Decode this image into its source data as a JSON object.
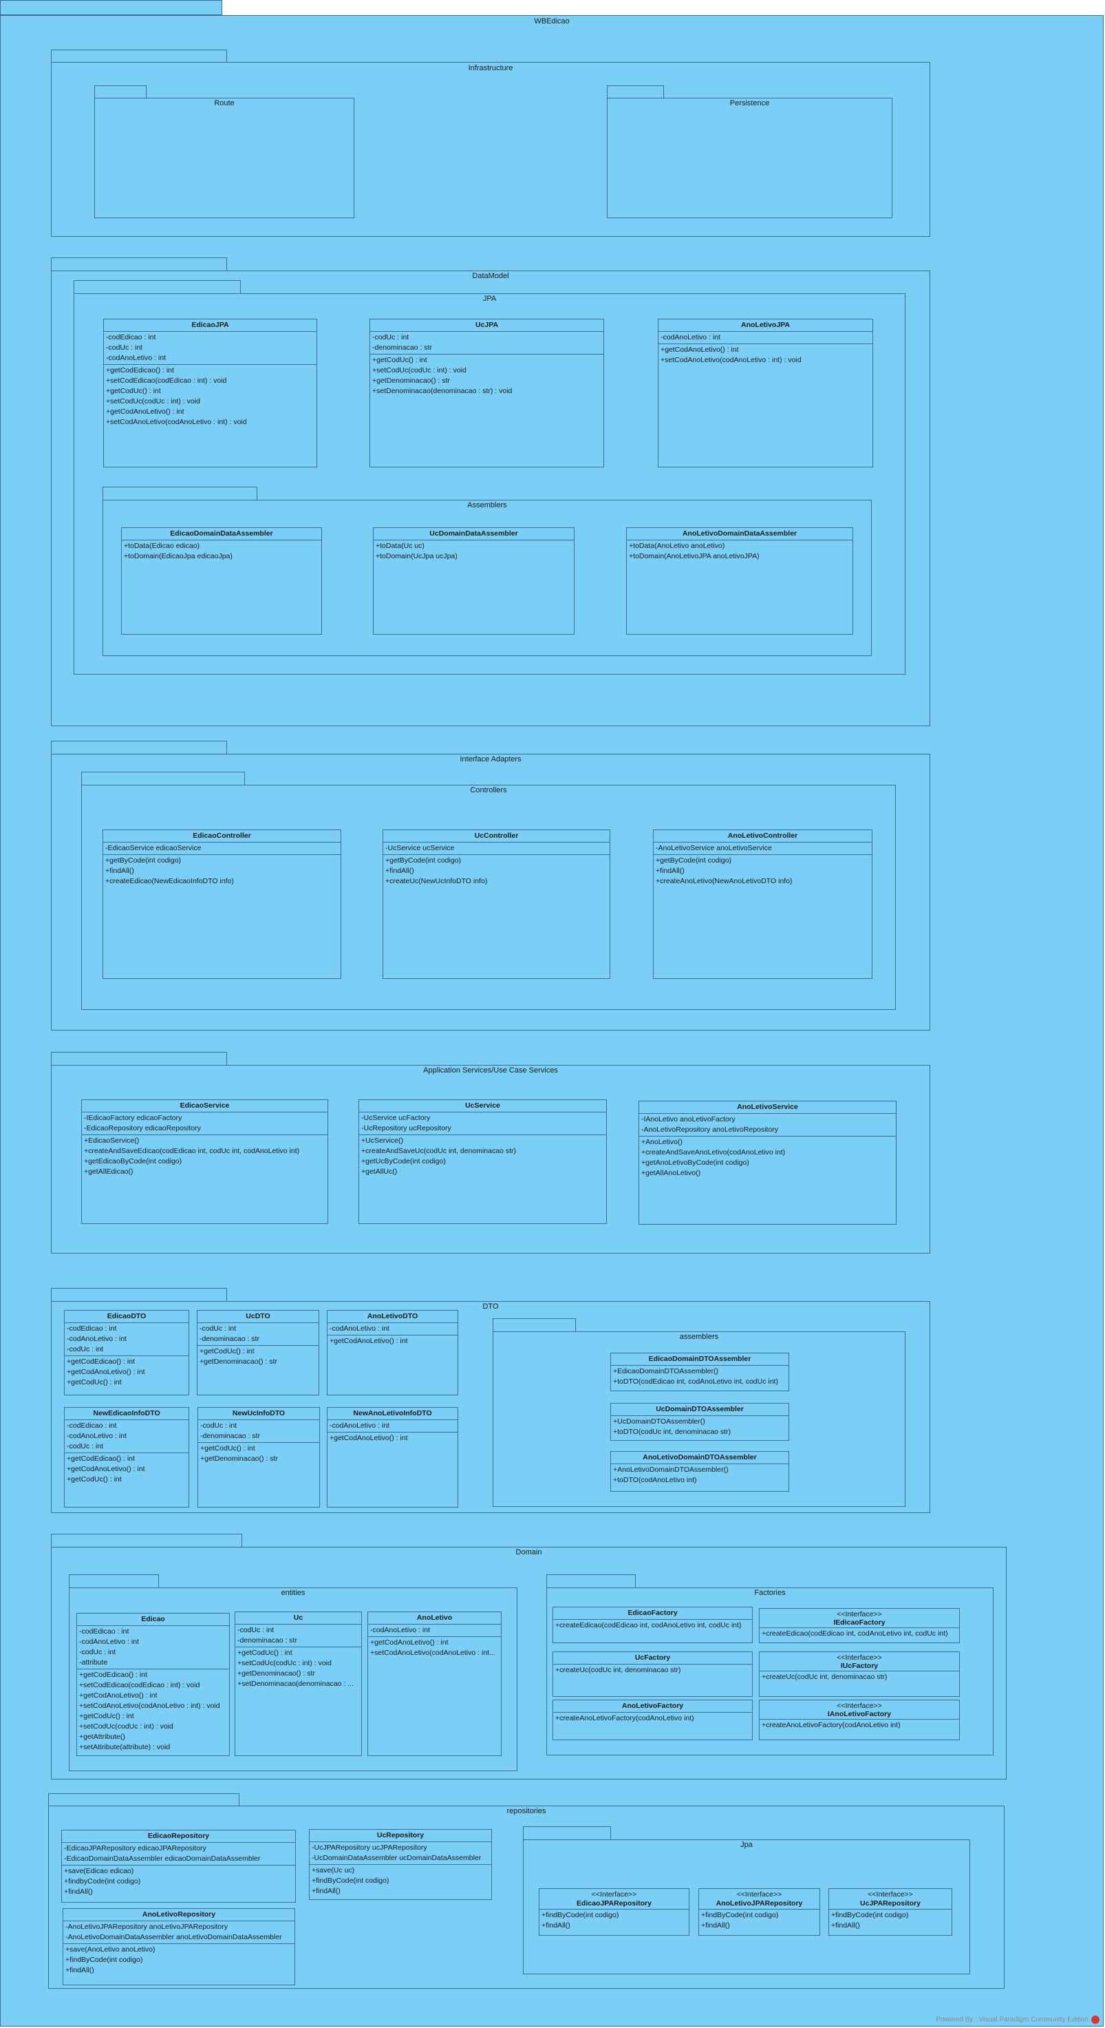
{
  "packages": {
    "root": "WBEdicao",
    "infrastructure": "Infrastructure",
    "route": "Route",
    "persistence": "Persistence",
    "datamodel": "DataModel",
    "jpa": "JPA",
    "dm_assemblers": "Assemblers",
    "interface_adapters": "Interface Adapters",
    "controllers": "Controllers",
    "app_services": "Application Services/Use Case Services",
    "dto": "DTO",
    "dto_assemblers": "assemblers",
    "domain": "Domain",
    "entities": "entities",
    "factories": "Factories",
    "repositories": "repositories",
    "repo_jpa": "Jpa"
  },
  "classes": {
    "edicao_jpa": {
      "name": "EdicaoJPA",
      "attrs": [
        "-codEdicao : int",
        "-codUc : int",
        "-codAnoLetivo : int"
      ],
      "ops": [
        "+getCodEdicao() : int",
        "+setCodEdicao(codEdicao : int) : void",
        "+getCodUc() : int",
        "+setCodUc(codUc : int) : void",
        "+getCodAnoLetivo() : int",
        "+setCodAnoLetivo(codAnoLetivo : int) : void"
      ]
    },
    "uc_jpa": {
      "name": "UcJPA",
      "attrs": [
        "-codUc : int",
        "-denominacao : str"
      ],
      "ops": [
        "+getCodUc() : int",
        "+setCodUc(codUc : int) : void",
        "+getDenominacao() : str",
        "+setDenominacao(denominacao : str) : void"
      ]
    },
    "anoletivo_jpa": {
      "name": "AnoLetivoJPA",
      "attrs": [
        "-codAnoLetivo : int"
      ],
      "ops": [
        "+getCodAnoLetivo() : int",
        "+setCodAnoLetivo(codAnoLetivo : int) : void"
      ]
    },
    "edicao_dda": {
      "name": "EdicaoDomainDataAssembler",
      "ops": [
        "+toData(Edicao edicao)",
        "+toDomain(EdicaoJpa edicaoJpa)"
      ]
    },
    "uc_dda": {
      "name": "UcDomainDataAssembler",
      "ops": [
        "+toData(Uc uc)",
        "+toDomain(UcJpa ucJpa)"
      ]
    },
    "anoletivo_dda": {
      "name": "AnoLetivoDomainDataAssembler",
      "ops": [
        "+toData(AnoLetivo anoLetivo)",
        "+toDomain(AnoLetivoJPA anoLetivoJPA)"
      ]
    },
    "edicao_ctrl": {
      "name": "EdicaoController",
      "attrs": [
        "-EdicaoService edicaoService"
      ],
      "ops": [
        "+getByCode(int codigo)",
        "+findAll()",
        "+createEdicao(NewEdicaoInfoDTO info)"
      ]
    },
    "uc_ctrl": {
      "name": "UcController",
      "attrs": [
        "-UcService ucService"
      ],
      "ops": [
        "+getByCode(int codigo)",
        "+findAll()",
        "+createUc(NewUcInfoDTO info)"
      ]
    },
    "anoletivo_ctrl": {
      "name": "AnoLetivoController",
      "attrs": [
        "-AnoLetivoService anoLetivoService"
      ],
      "ops": [
        "+getByCode(int codigo)",
        "+findAll()",
        "+createAnoLetivo(NewAnoLetivoDTO info)"
      ]
    },
    "edicao_svc": {
      "name": "EdicaoService",
      "attrs": [
        "-IEdicaoFactory edicaoFactory",
        "-EdicaoRepository edicaoRepository"
      ],
      "ops": [
        "+EdicaoService()",
        "+createAndSaveEdicao(codEdicao int, codUc int, codAnoLetivo int)",
        "+getEdicaoByCode(int codigo)",
        "+getAllEdicao()"
      ]
    },
    "uc_svc": {
      "name": "UcService",
      "attrs": [
        "-UcService ucFactory",
        "-UcRepository ucRepository"
      ],
      "ops": [
        "+UcService()",
        "+createAndSaveUc(codUc int, denominacao str)",
        "+getUcByCode(int codigo)",
        "+getAllUc()"
      ]
    },
    "anoletivo_svc": {
      "name": "AnoLetivoService",
      "attrs": [
        "-IAnoLetivo anoLetivoFactory",
        "-AnoLetivoRepository anoLetivoRepository"
      ],
      "ops": [
        "+AnoLetivo()",
        "+createAndSaveAnoLetivo(codAnoLetivo int)",
        "+getAnoLetivoByCode(int codigo)",
        "+getAllAnoLetivo()"
      ]
    },
    "edicao_dto": {
      "name": "EdicaoDTO",
      "attrs": [
        "-codEdicao : int",
        "-codAnoLetivo : int",
        "-codUc : int"
      ],
      "ops": [
        "+getCodEdicao() : int",
        "+getCodAnoLetivo() : int",
        "+getCodUc() : int"
      ]
    },
    "uc_dto": {
      "name": "UcDTO",
      "attrs": [
        "-codUc : int",
        "-denominacao : str"
      ],
      "ops": [
        "+getCodUc() : int",
        "+getDenominacao() : str"
      ]
    },
    "anoletivo_dto": {
      "name": "AnoLetivoDTO",
      "attrs": [
        "-codAnoLetivo : int"
      ],
      "ops": [
        "+getCodAnoLetivo() : int"
      ]
    },
    "new_edicao_dto": {
      "name": "NewEdicaoInfoDTO",
      "attrs": [
        "-codEdicao : int",
        "-codAnoLetivo : int",
        "-codUc : int"
      ],
      "ops": [
        "+getCodEdicao() : int",
        "+getCodAnoLetivo() : int",
        "+getCodUc() : int"
      ]
    },
    "new_uc_dto": {
      "name": "NewUcInfoDTO",
      "attrs": [
        "-codUc : int",
        "-denominacao : str"
      ],
      "ops": [
        "+getCodUc() : int",
        "+getDenominacao() : str"
      ]
    },
    "new_anoletivo_dto": {
      "name": "NewAnoLetivoInfoDTO",
      "attrs": [
        "-codAnoLetivo : int"
      ],
      "ops": [
        "+getCodAnoLetivo() : int"
      ]
    },
    "edicao_dtoa": {
      "name": "EdicaoDomainDTOAssembler",
      "ops": [
        "+EdicaoDomainDTOAssembler()",
        "+toDTO(codEdicao int, codAnoLetivo int, codUc int)"
      ]
    },
    "uc_dtoa": {
      "name": "UcDomainDTOAssembler",
      "ops": [
        "+UcDomainDTOAssembler()",
        "+toDTO(codUc int, denominacao str)"
      ]
    },
    "anoletivo_dtoa": {
      "name": "AnoLetivoDomainDTOAssembler",
      "ops": [
        "+AnoLetivoDomainDTOAssembler()",
        "+toDTO(codAnoLetivo int)"
      ]
    },
    "edicao": {
      "name": "Edicao",
      "attrs": [
        "-codEdicao : int",
        "-codAnoLetivo : int",
        "-codUc : int",
        "-attribute"
      ],
      "ops": [
        "+getCodEdicao() : int",
        "+setCodEdicao(codEdicao : int) : void",
        "+getCodAnoLetivo() : int",
        "+setCodAnoLetivo(codAnoLetivo : int) : void",
        "+getCodUc() : int",
        "+setCodUc(codUc : int) : void",
        "+getAttribute()",
        "+setAttribute(attribute) : void"
      ]
    },
    "uc": {
      "name": "Uc",
      "attrs": [
        "-codUc : int",
        "-denominacao : str"
      ],
      "ops": [
        "+getCodUc() : int",
        "+setCodUc(codUc : int) : void",
        "+getDenominacao() : str",
        "+setDenominacao(denominacao : ..."
      ]
    },
    "anoletivo": {
      "name": "AnoLetivo",
      "attrs": [
        "-codAnoLetivo : int"
      ],
      "ops": [
        "+getCodAnoLetivo() : int",
        "+setCodAnoLetivo(codAnoLetivo : int..."
      ]
    },
    "edicao_factory": {
      "name": "EdicaoFactory",
      "ops": [
        "+createEdicao(codEdicao int, codAnoLetivo int, codUc int)"
      ]
    },
    "iedicao_factory": {
      "stereotype": "<<Interface>>",
      "name": "IEdicaoFactory",
      "ops": [
        "+createEdicao(codEdicao int, codAnoLetivo int, codUc int)"
      ]
    },
    "uc_factory": {
      "name": "UcFactory",
      "ops": [
        "+createUc(codUc int, denominacao str)"
      ]
    },
    "iuc_factory": {
      "stereotype": "<<Interface>>",
      "name": "IUcFactory",
      "ops": [
        "+createUc(codUc int, denominacao str)"
      ]
    },
    "anoletivo_factory": {
      "name": "AnoLetivoFactory",
      "ops": [
        "+createAnoLetivoFactory(codAnoLetivo int)"
      ]
    },
    "ianoletivo_factory": {
      "stereotype": "<<Interface>>",
      "name": "IAnoLetivoFactory",
      "ops": [
        "+createAnoLetivoFactory(codAnoLetivo int)"
      ]
    },
    "edicao_repo": {
      "name": "EdicaoRepository",
      "attrs": [
        "-EdicaoJPARepository edicaoJPARepository",
        "-EdicaoDomainDataAssembler edicaoDomainDataAssembler"
      ],
      "ops": [
        "+save(Edicao edicao)",
        "+findbyCode(int codigo)",
        "+findAll()"
      ]
    },
    "uc_repo": {
      "name": "UcRepository",
      "attrs": [
        "-UcJPARepository ucJPARepository",
        "-UcDomainDataAssembler ucDomainDataAssembler"
      ],
      "ops": [
        "+save(Uc uc)",
        "+findByCode(int codigo)",
        "+findAll()"
      ]
    },
    "anoletivo_repo": {
      "name": "AnoLetivoRepository",
      "attrs": [
        "-AnoLetivoJPARepository anoLetivoJPARepository",
        "-AnoLetivoDomainDataAssembler anoLetivoDomainDataAssembler"
      ],
      "ops": [
        "+save(AnoLetivo anoLetivo)",
        "+findByCode(int codigo)",
        "+findAll()"
      ]
    },
    "edicao_jpa_repo": {
      "stereotype": "<<Interface>>",
      "name": "EdicaoJPARepository",
      "ops": [
        "+findByCode(int codigo)",
        "+findAll()"
      ]
    },
    "anoletivo_jpa_repo": {
      "stereotype": "<<Interface>>",
      "name": "AnoLetivoJPARepository",
      "ops": [
        "+findByCode(int codigo)",
        "+findAll()"
      ]
    },
    "uc_jpa_repo": {
      "stereotype": "<<Interface>>",
      "name": "UcJPARepository",
      "ops": [
        "+findByCode(int codigo)",
        "+findAll()"
      ]
    }
  },
  "footer": "Powered By : Visual Paradigm Community Edition"
}
